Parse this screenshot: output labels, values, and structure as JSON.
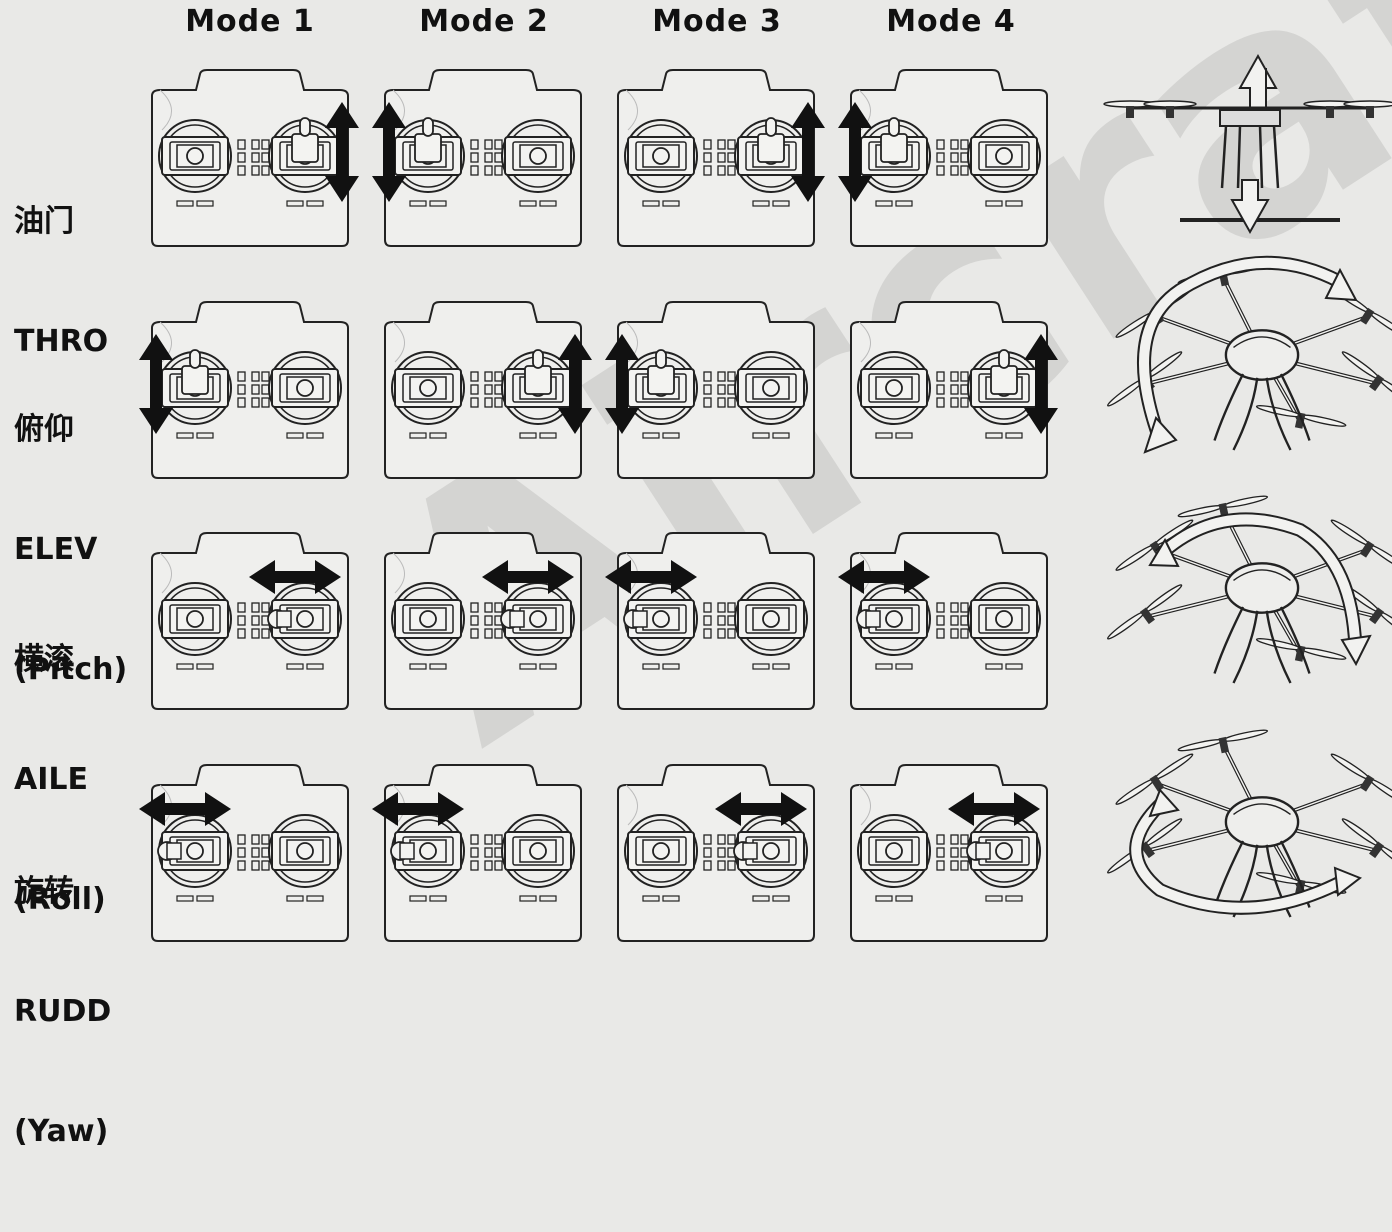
{
  "watermark": {
    "text": "Aircraft"
  },
  "modes": [
    "Mode 1",
    "Mode 2",
    "Mode 3",
    "Mode 4"
  ],
  "rows": [
    {
      "cn": "油门",
      "en": "THRO",
      "sub": ""
    },
    {
      "cn": "俯仰",
      "en": "ELEV",
      "sub": "(Pitch)"
    },
    {
      "cn": "横滚",
      "en": "AILE",
      "sub": "(Roll)"
    },
    {
      "cn": "旋转",
      "en": "RUDD",
      "sub": "(Yaw)"
    }
  ],
  "arrow_map": [
    [
      {
        "stick": "right",
        "dir": "v"
      },
      {
        "stick": "left",
        "dir": "v"
      },
      {
        "stick": "right",
        "dir": "v"
      },
      {
        "stick": "left",
        "dir": "v"
      }
    ],
    [
      {
        "stick": "left",
        "dir": "v"
      },
      {
        "stick": "right",
        "dir": "v"
      },
      {
        "stick": "left",
        "dir": "v"
      },
      {
        "stick": "right",
        "dir": "v"
      }
    ],
    [
      {
        "stick": "right",
        "dir": "h"
      },
      {
        "stick": "right",
        "dir": "h"
      },
      {
        "stick": "left",
        "dir": "h"
      },
      {
        "stick": "left",
        "dir": "h"
      }
    ],
    [
      {
        "stick": "left",
        "dir": "h"
      },
      {
        "stick": "left",
        "dir": "h"
      },
      {
        "stick": "right",
        "dir": "h"
      },
      {
        "stick": "right",
        "dir": "h"
      }
    ]
  ],
  "colors": {
    "paper": "#e9e9e7",
    "ink": "#111111",
    "watermark": "#bdbdbb"
  }
}
